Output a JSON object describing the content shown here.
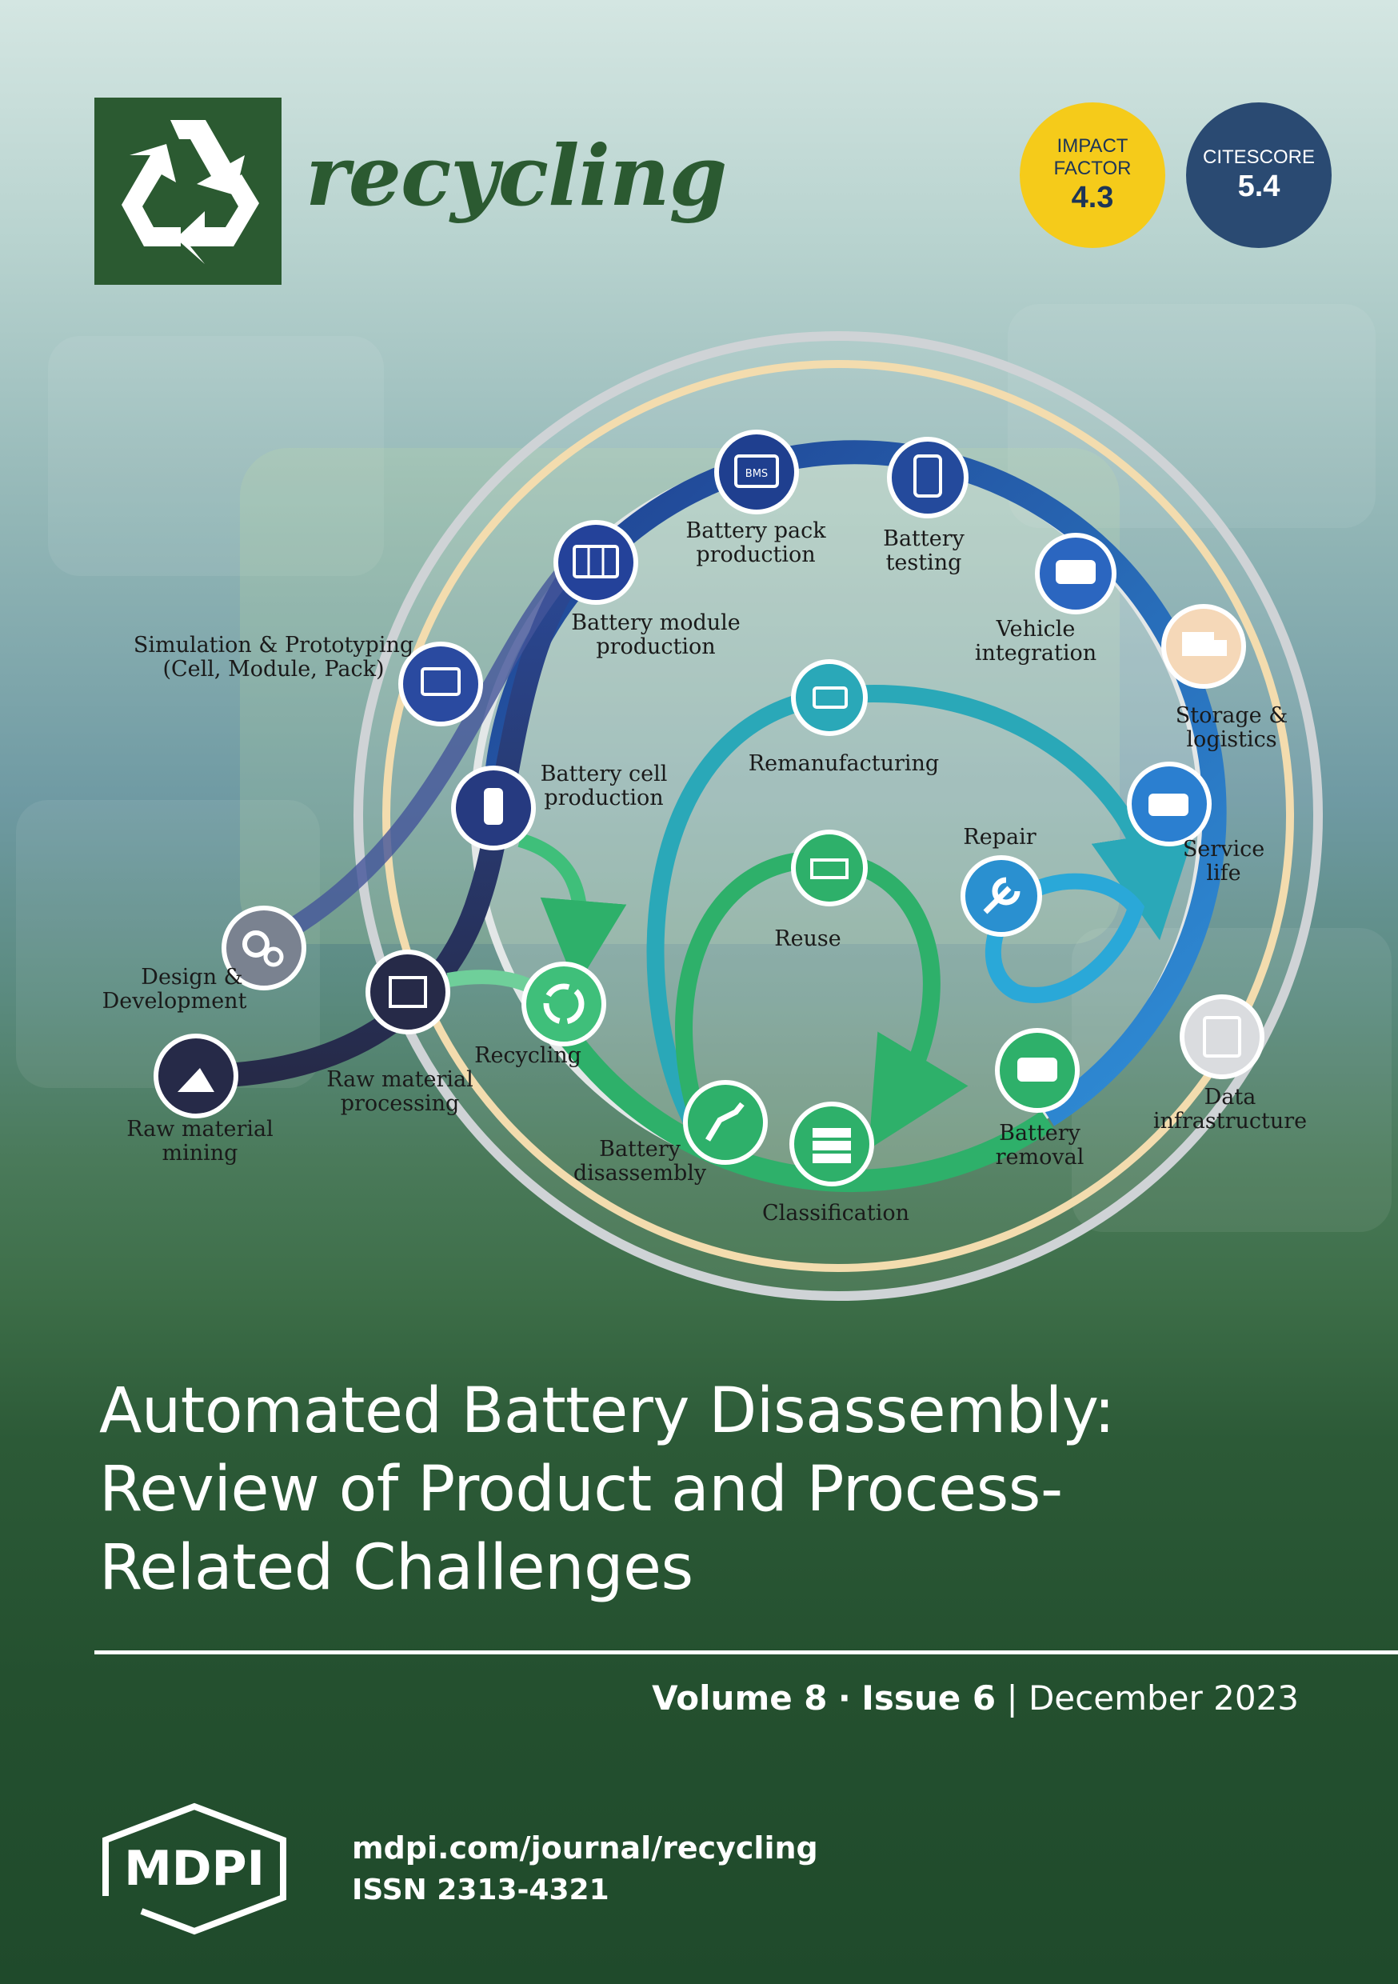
{
  "journal": {
    "name": "recycling",
    "logo_icon": "recycle-icon",
    "brand_color": "#2b5a31"
  },
  "metrics": {
    "impact_label_1": "IMPACT",
    "impact_label_2": "FACTOR",
    "impact_value": "4.3",
    "impact_color": "#f5cb1a",
    "citescore_label": "CITESCORE",
    "citescore_value": "5.4",
    "citescore_color": "#2a4a72"
  },
  "diagram": {
    "labels": {
      "sim_1": "Simulation & Prototyping",
      "sim_2": "(Cell, Module, Pack)",
      "pack_1": "Battery pack",
      "pack_2": "production",
      "testing_1": "Battery",
      "testing_2": "testing",
      "module_1": "Battery module",
      "module_2": "production",
      "vehicle_1": "Vehicle",
      "vehicle_2": "integration",
      "storage_1": "Storage &",
      "storage_2": "logistics",
      "cell_1": "Battery cell",
      "cell_2": "production",
      "reman": "Remanufacturing",
      "repair": "Repair",
      "service_1": "Service",
      "service_2": "life",
      "reuse": "Reuse",
      "design_1": "Design &",
      "design_2": "Development",
      "recycling": "Recycling",
      "rawproc_1": "Raw material",
      "rawproc_2": "processing",
      "rawmine_1": "Raw material",
      "rawmine_2": "mining",
      "data_1": "Data",
      "data_2": "infrastructure",
      "disasm_1": "Battery",
      "disasm_2": "disassembly",
      "removal_1": "Battery",
      "removal_2": "removal",
      "classification": "Classification",
      "bms": "BMS"
    },
    "icons": [
      "bms-icon",
      "multimeter-icon",
      "module-icon",
      "vehicle-icon",
      "truck-icon",
      "laptop-icon",
      "cell-icon",
      "reman-icon",
      "service-car-icon",
      "wrench-icon",
      "robot-line-icon",
      "gears-icon",
      "recycle-icon",
      "factory-icon",
      "mining-icon",
      "server-icon",
      "robot-arm-icon",
      "car-removal-icon",
      "classification-icon"
    ]
  },
  "article": {
    "title_line_1": "Automated Battery Disassembly:",
    "title_line_2": "Review of Product and Process-",
    "title_line_3": "Related Challenges"
  },
  "issue": {
    "volume": "Volume 8",
    "separator_dot": "·",
    "issue": "Issue 6",
    "separator_bar": "|",
    "date": "December 2023"
  },
  "publisher": {
    "logo_text": "MDPI",
    "url": "mdpi.com/journal/recycling",
    "issn": "ISSN 2313-4321"
  }
}
